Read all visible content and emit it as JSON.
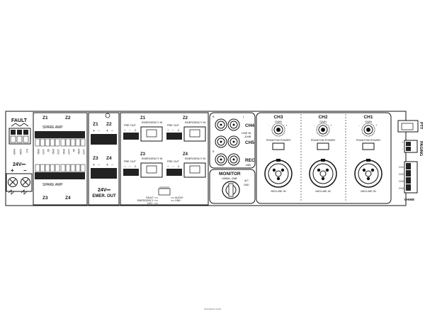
{
  "fault": {
    "title": "FAULT",
    "pins": [
      "HIGH",
      "COM",
      "N.C."
    ]
  },
  "power": {
    "label": "24V⎓",
    "plus": "+",
    "minus": "−"
  },
  "spare_amp": {
    "top_zones": [
      "Z1",
      "Z2"
    ],
    "bottom_zones": [
      "Z3",
      "Z4"
    ],
    "label": "SPARE AMP",
    "pins": [
      "GND",
      "100V",
      "4Ω",
      "GND",
      "100V"
    ],
    "pins_r": [
      "GND",
      "100V",
      "4Ω",
      "GND",
      "100V"
    ]
  },
  "emer": {
    "top_zones": [
      "Z1",
      "Z2"
    ],
    "bottom_zones": [
      "Z3",
      "Z4"
    ],
    "label": "24V⎓",
    "label2": "EMER. OUT",
    "pm": [
      "+",
      "−",
      "+",
      "−"
    ]
  },
  "zone_io": {
    "zones": [
      "Z1",
      "Z2",
      "Z3",
      "Z4"
    ],
    "pre_out": "PRE OUT",
    "emergency_in": "EMERGENCY IN",
    "pins": [
      "+",
      "−",
      "⏚"
    ],
    "legend_left": [
      "FAULT",
      "EMERGENCY",
      "24V⎓"
    ],
    "legend_right": [
      "AUDIO",
      "GND"
    ]
  },
  "line_in": {
    "ch4": "CH4",
    "ch5": "CH5",
    "line_in": "LINE IN",
    "level": "-10dB",
    "rec": "REC",
    "rec_level": "0dB",
    "r": "R",
    "l": "L"
  },
  "monitor": {
    "label": "MONITOR",
    "sub": "UNBAL./2dB",
    "alt": "ALT.",
    "alt2": "GND"
  },
  "mic_channels": [
    {
      "name": "CH3",
      "gain": "GAIN",
      "phantom": "PHANTOM POWER",
      "input": "MIC/LINE IN",
      "min": "-",
      "max": "+"
    },
    {
      "name": "CH2",
      "gain": "GAIN",
      "phantom": "PHANTOM POWER",
      "input": "MIC/LINE IN",
      "min": "-",
      "max": "+"
    },
    {
      "name": "CH1",
      "gain": "GAIN",
      "phantom": "PHANTOM POWER",
      "input": "MIC/LINE IN",
      "min": "-",
      "max": "+"
    }
  ],
  "right": {
    "ptt": "PTT",
    "paging": "PAGING",
    "chime": "CHIME",
    "chime_rows": [
      "CH1",
      "CH2",
      "CH3",
      "CH4"
    ],
    "pins": [
      "+",
      "−"
    ]
  },
  "credit": "monacor.com"
}
